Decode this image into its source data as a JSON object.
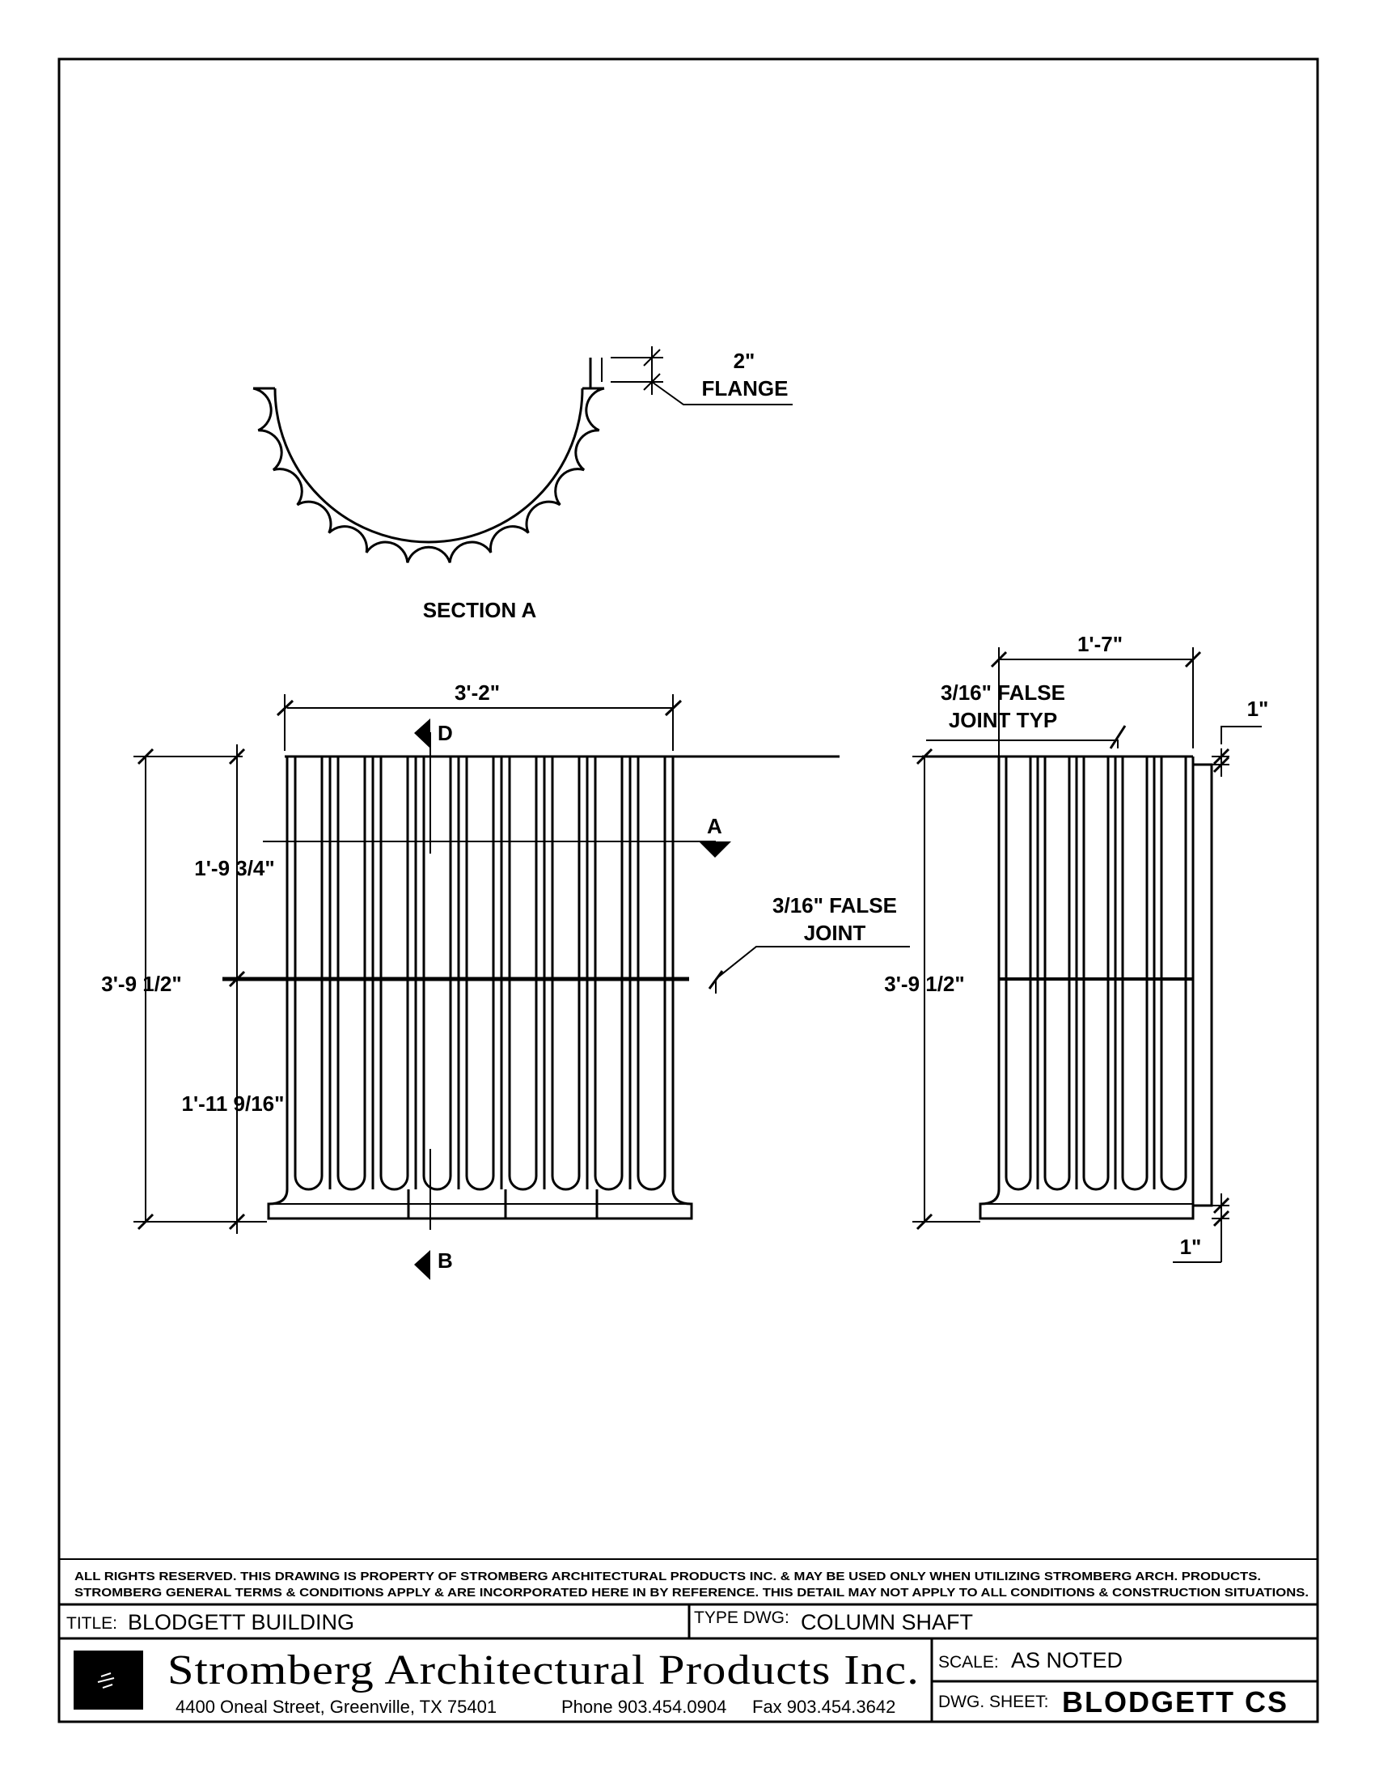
{
  "drawing": {
    "section_a_label": "SECTION A",
    "flange_dim": "2\"",
    "flange_label": "FLANGE",
    "front": {
      "width_dim": "3'-2\"",
      "overall_height_dim": "3'-9 1/2\"",
      "upper_height_dim": "1'-9 3/4\"",
      "lower_height_dim": "1'-11 9/16\"",
      "false_joint_line1": "3/16\" FALSE",
      "false_joint_line2": "JOINT",
      "cut_d": "D",
      "cut_a": "A",
      "cut_b": "B"
    },
    "side": {
      "width_dim": "1'-7\"",
      "false_joint_typ_line1": "3/16\" FALSE",
      "false_joint_typ_line2": "JOINT TYP",
      "top_offset_dim": "1\"",
      "bottom_offset_dim": "1\"",
      "overall_height_dim": "3'-9 1/2\""
    }
  },
  "title_block": {
    "notice_line1": "ALL RIGHTS RESERVED. THIS DRAWING IS PROPERTY OF STROMBERG ARCHITECTURAL PRODUCTS INC. & MAY BE USED ONLY WHEN UTILIZING STROMBERG ARCH. PRODUCTS.",
    "notice_line2": "STROMBERG GENERAL TERMS & CONDITIONS APPLY & ARE INCORPORATED HERE IN BY REFERENCE. THIS DETAIL MAY NOT APPLY TO ALL CONDITIONS & CONSTRUCTION SITUATIONS.",
    "title_label": "TITLE:",
    "title_value": "BLODGETT BUILDING",
    "type_label": "TYPE DWG:",
    "type_value": "COLUMN SHAFT",
    "company_name": "Stromberg Architectural Products Inc.",
    "address": "4400 Oneal Street, Greenville, TX  75401",
    "phone": "Phone 903.454.0904",
    "fax": "Fax 903.454.3642",
    "scale_label": "SCALE:",
    "scale_value": "AS NOTED",
    "sheet_label": "DWG. SHEET:",
    "sheet_value": "BLODGETT CS"
  }
}
